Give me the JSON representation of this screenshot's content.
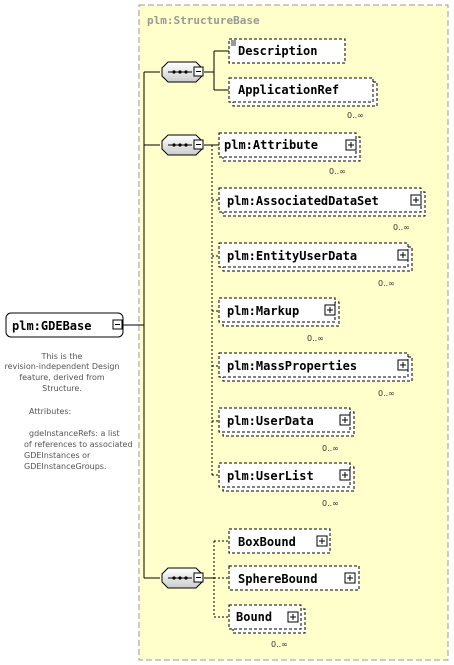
{
  "root": {
    "label": "plm:GDEBase"
  },
  "description": [
    "This is the",
    "revision-independent Design",
    "feature, derived from",
    "Structure.",
    "",
    "Attributes:",
    "",
    "gdeInstanceRefs: a list",
    "of references to associated",
    "GDEInstances or",
    "GDEInstanceGroups."
  ],
  "base": {
    "label": "plm:StructureBase"
  },
  "group1": {
    "items": [
      {
        "label": "Description"
      },
      {
        "label": "ApplicationRef",
        "card": "0..∞"
      }
    ]
  },
  "group2": {
    "items": [
      {
        "label": "plm:Attribute",
        "card": "0..∞"
      },
      {
        "label": "plm:AssociatedDataSet",
        "card": "0..∞"
      },
      {
        "label": "plm:EntityUserData",
        "card": "0..∞"
      },
      {
        "label": "plm:Markup",
        "card": "0..∞"
      },
      {
        "label": "plm:MassProperties",
        "card": "0..∞"
      },
      {
        "label": "plm:UserData",
        "card": "0..∞"
      },
      {
        "label": "plm:UserList",
        "card": "0..∞"
      }
    ]
  },
  "group3": {
    "items": [
      {
        "label": "BoxBound"
      },
      {
        "label": "SphereBound"
      },
      {
        "label": "Bound",
        "card": "0..∞"
      }
    ]
  },
  "colors": {
    "base_fill": "#ffffcc",
    "base_border": "#999999",
    "box_fill": "#ffffff",
    "line": "#000000"
  }
}
